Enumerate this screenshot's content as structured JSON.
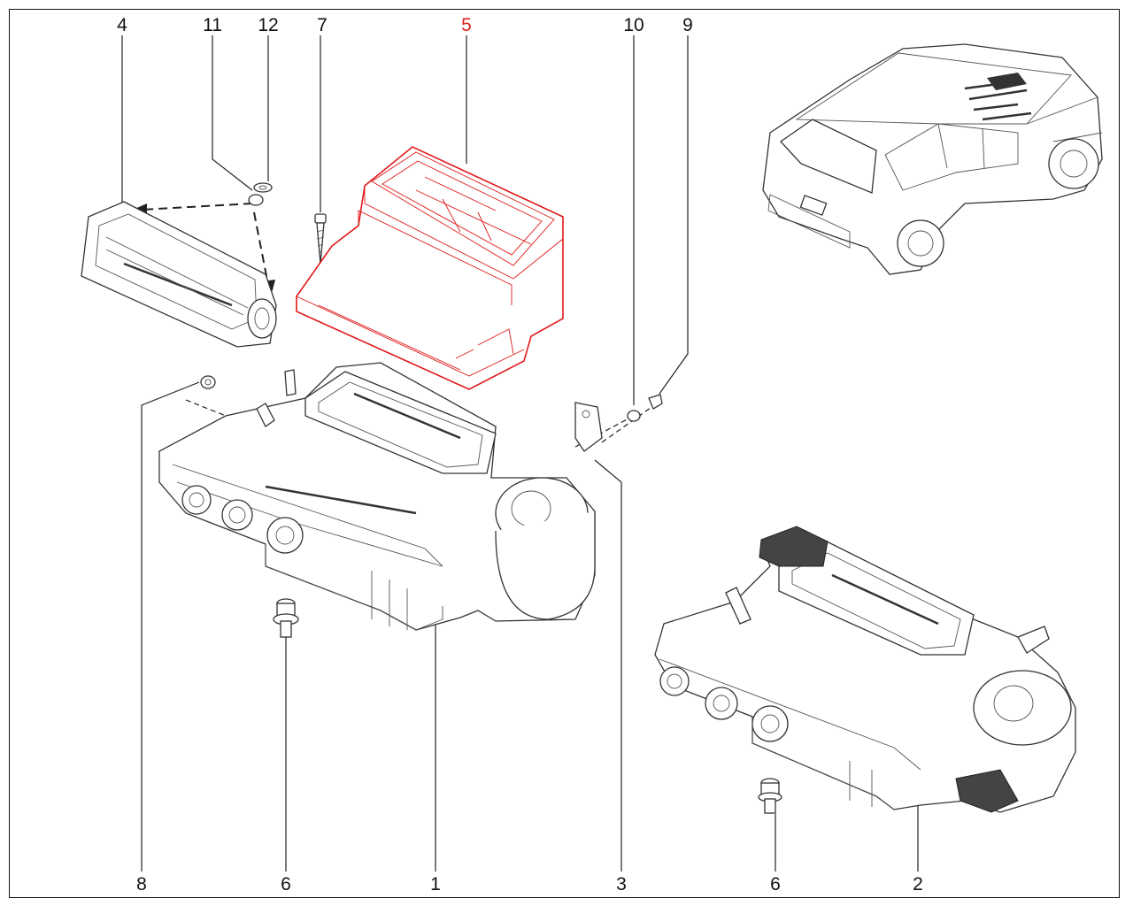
{
  "diagram": {
    "callouts": [
      {
        "id": "4",
        "text": "4"
      },
      {
        "id": "11",
        "text": "11"
      },
      {
        "id": "12",
        "text": "12"
      },
      {
        "id": "7",
        "text": "7"
      },
      {
        "id": "5",
        "text": "5",
        "highlighted": true
      },
      {
        "id": "10",
        "text": "10"
      },
      {
        "id": "9",
        "text": "9"
      },
      {
        "id": "8",
        "text": "8"
      },
      {
        "id": "6a",
        "text": "6"
      },
      {
        "id": "1",
        "text": "1"
      },
      {
        "id": "3",
        "text": "3"
      },
      {
        "id": "6b",
        "text": "6"
      },
      {
        "id": "2",
        "text": "2"
      }
    ],
    "highlight_color": "#e01818",
    "line_color": "#222222"
  }
}
